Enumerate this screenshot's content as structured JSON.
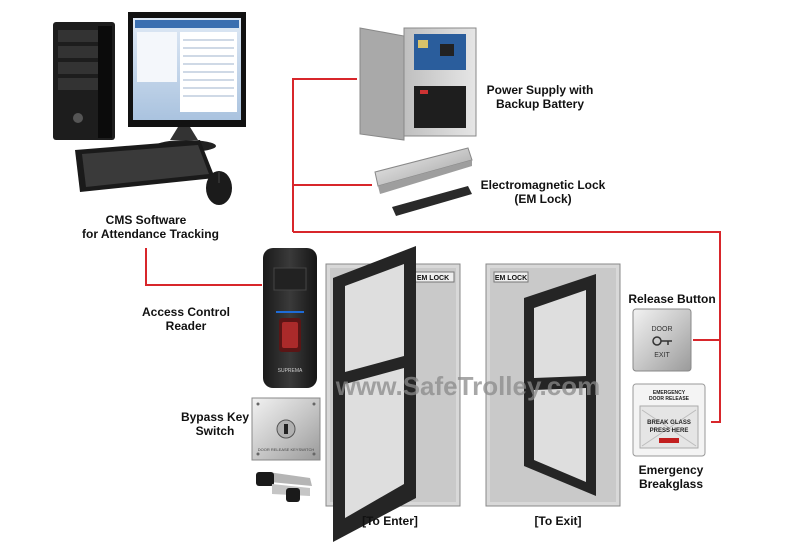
{
  "labels": {
    "cms": [
      "CMS Software",
      "for Attendance Tracking"
    ],
    "power": [
      "Power Supply with",
      "Backup Battery"
    ],
    "emlock": [
      "Electromagnetic Lock",
      "(EM Lock)"
    ],
    "reader": [
      "Access Control",
      "Reader"
    ],
    "bypass": [
      "Bypass Key",
      "Switch"
    ],
    "release": [
      "Release Button"
    ],
    "breakglass": [
      "Emergency",
      "Breakglass"
    ],
    "enter": "[To Enter]",
    "exit": "[To Exit]"
  },
  "device_text": {
    "door1_lock": "EM LOCK",
    "door2_lock": "EM LOCK",
    "reader_brand": "SUPREMA",
    "release_top": "DOOR",
    "release_bottom": "EXIT",
    "breakglass_title": [
      "EMERGENCY",
      "DOOR RELEASE"
    ],
    "breakglass_glass": [
      "BREAK GLASS",
      "PRESS HERE"
    ],
    "keyswitch_plate": "DOOR RELEASE KEYSWITCH"
  },
  "watermark": "www.SafeTrolley.com",
  "colors": {
    "wire": "#d8262b",
    "door_frame": "#2b2b2b",
    "door_panel": "#d6d6d6",
    "metal": "#c9c9c9"
  }
}
